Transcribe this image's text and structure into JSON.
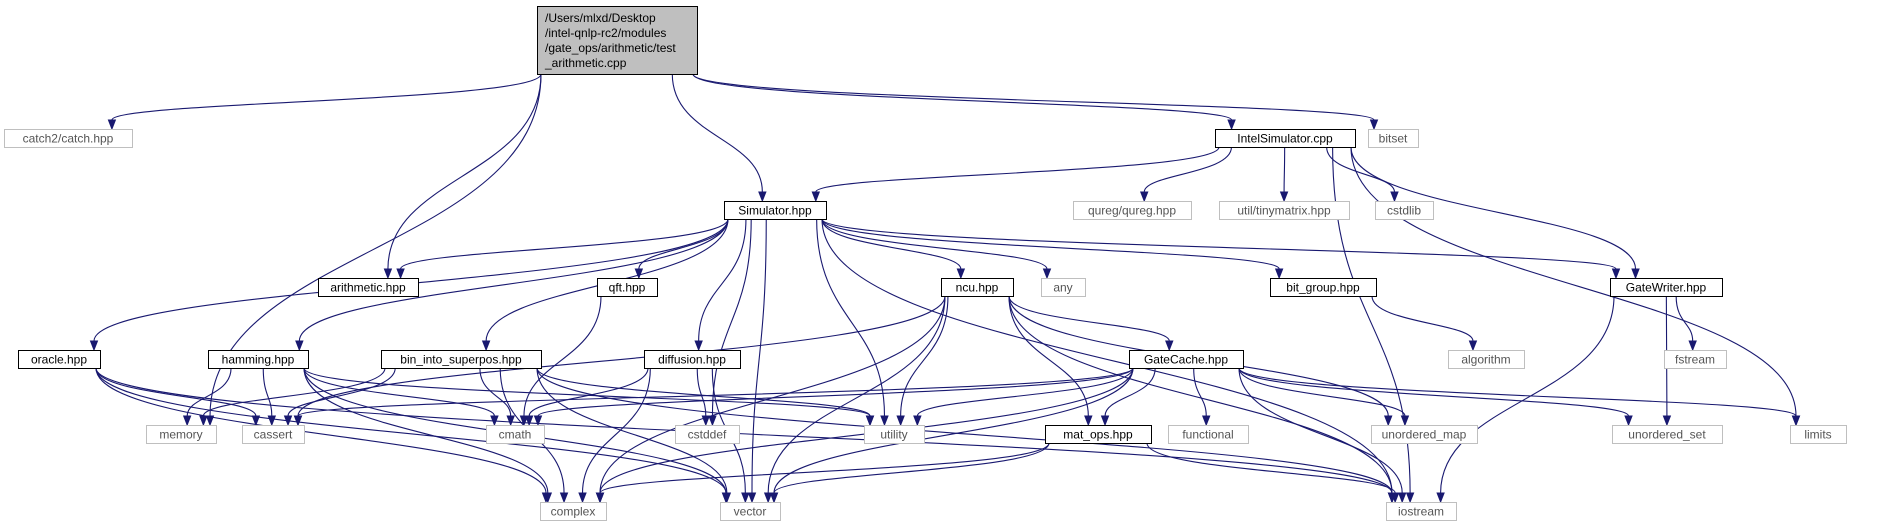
{
  "graph": {
    "nodes": [
      {
        "id": "test_arithmetic",
        "kind": "root",
        "lines": [
          "/Users/mlxd/Desktop",
          "/intel-qnlp-rc2/modules",
          "/gate_ops/arithmetic/test",
          "_arithmetic.cpp"
        ]
      },
      {
        "id": "catch",
        "kind": "external",
        "lines": [
          "catch2/catch.hpp"
        ]
      },
      {
        "id": "IntelSimulator_cpp",
        "kind": "internal",
        "lines": [
          "IntelSimulator.cpp"
        ]
      },
      {
        "id": "bitset",
        "kind": "external",
        "lines": [
          "bitset"
        ]
      },
      {
        "id": "Simulator_hpp",
        "kind": "internal",
        "lines": [
          "Simulator.hpp"
        ]
      },
      {
        "id": "qureg",
        "kind": "external",
        "lines": [
          "qureg/qureg.hpp"
        ]
      },
      {
        "id": "tinymatrix",
        "kind": "external",
        "lines": [
          "util/tinymatrix.hpp"
        ]
      },
      {
        "id": "cstdlib",
        "kind": "external",
        "lines": [
          "cstdlib"
        ]
      },
      {
        "id": "arithmetic_hpp",
        "kind": "internal",
        "lines": [
          "arithmetic.hpp"
        ]
      },
      {
        "id": "qft_hpp",
        "kind": "internal",
        "lines": [
          "qft.hpp"
        ]
      },
      {
        "id": "ncu_hpp",
        "kind": "internal",
        "lines": [
          "ncu.hpp"
        ]
      },
      {
        "id": "any",
        "kind": "external",
        "lines": [
          "any"
        ]
      },
      {
        "id": "bit_group_hpp",
        "kind": "internal",
        "lines": [
          "bit_group.hpp"
        ]
      },
      {
        "id": "GateWriter_hpp",
        "kind": "internal",
        "lines": [
          "GateWriter.hpp"
        ]
      },
      {
        "id": "algorithm",
        "kind": "external",
        "lines": [
          "algorithm"
        ]
      },
      {
        "id": "fstream",
        "kind": "external",
        "lines": [
          "fstream"
        ]
      },
      {
        "id": "oracle_hpp",
        "kind": "internal",
        "lines": [
          "oracle.hpp"
        ]
      },
      {
        "id": "hamming_hpp",
        "kind": "internal",
        "lines": [
          "hamming.hpp"
        ]
      },
      {
        "id": "bin_into_superpos_hpp",
        "kind": "internal",
        "lines": [
          "bin_into_superpos.hpp"
        ]
      },
      {
        "id": "diffusion_hpp",
        "kind": "internal",
        "lines": [
          "diffusion.hpp"
        ]
      },
      {
        "id": "GateCache_hpp",
        "kind": "internal",
        "lines": [
          "GateCache.hpp"
        ]
      },
      {
        "id": "memory",
        "kind": "external",
        "lines": [
          "memory"
        ]
      },
      {
        "id": "cassert",
        "kind": "external",
        "lines": [
          "cassert"
        ]
      },
      {
        "id": "cmath",
        "kind": "external",
        "lines": [
          "cmath"
        ]
      },
      {
        "id": "cstddef",
        "kind": "external",
        "lines": [
          "cstddef"
        ]
      },
      {
        "id": "utility",
        "kind": "external",
        "lines": [
          "utility"
        ]
      },
      {
        "id": "functional",
        "kind": "external",
        "lines": [
          "functional"
        ]
      },
      {
        "id": "unordered_map",
        "kind": "external",
        "lines": [
          "unordered_map"
        ]
      },
      {
        "id": "unordered_set",
        "kind": "external",
        "lines": [
          "unordered_set"
        ]
      },
      {
        "id": "limits",
        "kind": "external",
        "lines": [
          "limits"
        ]
      },
      {
        "id": "mat_ops_hpp",
        "kind": "internal",
        "lines": [
          "mat_ops.hpp"
        ]
      },
      {
        "id": "complex",
        "kind": "external",
        "lines": [
          "complex"
        ]
      },
      {
        "id": "vector",
        "kind": "external",
        "lines": [
          "vector"
        ]
      },
      {
        "id": "iostream",
        "kind": "external",
        "lines": [
          "iostream"
        ]
      }
    ],
    "edges": [
      [
        "test_arithmetic",
        "catch"
      ],
      [
        "test_arithmetic",
        "memory"
      ],
      [
        "test_arithmetic",
        "arithmetic_hpp"
      ],
      [
        "test_arithmetic",
        "Simulator_hpp"
      ],
      [
        "test_arithmetic",
        "IntelSimulator_cpp"
      ],
      [
        "test_arithmetic",
        "bitset"
      ],
      [
        "IntelSimulator_cpp",
        "Simulator_hpp"
      ],
      [
        "IntelSimulator_cpp",
        "qureg"
      ],
      [
        "IntelSimulator_cpp",
        "tinymatrix"
      ],
      [
        "IntelSimulator_cpp",
        "cstdlib"
      ],
      [
        "IntelSimulator_cpp",
        "GateWriter_hpp"
      ],
      [
        "IntelSimulator_cpp",
        "limits"
      ],
      [
        "IntelSimulator_cpp",
        "iostream"
      ],
      [
        "Simulator_hpp",
        "arithmetic_hpp"
      ],
      [
        "Simulator_hpp",
        "oracle_hpp"
      ],
      [
        "Simulator_hpp",
        "hamming_hpp"
      ],
      [
        "Simulator_hpp",
        "qft_hpp"
      ],
      [
        "Simulator_hpp",
        "bin_into_superpos_hpp"
      ],
      [
        "Simulator_hpp",
        "diffusion_hpp"
      ],
      [
        "Simulator_hpp",
        "cstddef"
      ],
      [
        "Simulator_hpp",
        "vector"
      ],
      [
        "Simulator_hpp",
        "utility"
      ],
      [
        "Simulator_hpp",
        "ncu_hpp"
      ],
      [
        "Simulator_hpp",
        "any"
      ],
      [
        "Simulator_hpp",
        "bit_group_hpp"
      ],
      [
        "Simulator_hpp",
        "GateWriter_hpp"
      ],
      [
        "Simulator_hpp",
        "iostream"
      ],
      [
        "qft_hpp",
        "cmath"
      ],
      [
        "bit_group_hpp",
        "algorithm"
      ],
      [
        "GateWriter_hpp",
        "fstream"
      ],
      [
        "GateWriter_hpp",
        "unordered_set"
      ],
      [
        "GateWriter_hpp",
        "iostream"
      ],
      [
        "ncu_hpp",
        "cassert"
      ],
      [
        "ncu_hpp",
        "complex"
      ],
      [
        "ncu_hpp",
        "utility"
      ],
      [
        "ncu_hpp",
        "vector"
      ],
      [
        "ncu_hpp",
        "mat_ops_hpp"
      ],
      [
        "ncu_hpp",
        "GateCache_hpp"
      ],
      [
        "ncu_hpp",
        "unordered_map"
      ],
      [
        "ncu_hpp",
        "iostream"
      ],
      [
        "oracle_hpp",
        "cassert"
      ],
      [
        "oracle_hpp",
        "complex"
      ],
      [
        "oracle_hpp",
        "vector"
      ],
      [
        "oracle_hpp",
        "iostream"
      ],
      [
        "hamming_hpp",
        "memory"
      ],
      [
        "hamming_hpp",
        "cassert"
      ],
      [
        "hamming_hpp",
        "cmath"
      ],
      [
        "hamming_hpp",
        "utility"
      ],
      [
        "hamming_hpp",
        "complex"
      ],
      [
        "hamming_hpp",
        "vector"
      ],
      [
        "bin_into_superpos_hpp",
        "memory"
      ],
      [
        "bin_into_superpos_hpp",
        "cassert"
      ],
      [
        "bin_into_superpos_hpp",
        "cmath"
      ],
      [
        "bin_into_superpos_hpp",
        "utility"
      ],
      [
        "bin_into_superpos_hpp",
        "complex"
      ],
      [
        "bin_into_superpos_hpp",
        "vector"
      ],
      [
        "bin_into_superpos_hpp",
        "iostream"
      ],
      [
        "diffusion_hpp",
        "cmath"
      ],
      [
        "diffusion_hpp",
        "cstddef"
      ],
      [
        "diffusion_hpp",
        "complex"
      ],
      [
        "diffusion_hpp",
        "vector"
      ],
      [
        "GateCache_hpp",
        "cassert"
      ],
      [
        "GateCache_hpp",
        "cmath"
      ],
      [
        "GateCache_hpp",
        "utility"
      ],
      [
        "GateCache_hpp",
        "mat_ops_hpp"
      ],
      [
        "GateCache_hpp",
        "functional"
      ],
      [
        "GateCache_hpp",
        "unordered_map"
      ],
      [
        "GateCache_hpp",
        "unordered_set"
      ],
      [
        "GateCache_hpp",
        "limits"
      ],
      [
        "GateCache_hpp",
        "complex"
      ],
      [
        "GateCache_hpp",
        "vector"
      ],
      [
        "GateCache_hpp",
        "iostream"
      ],
      [
        "mat_ops_hpp",
        "complex"
      ],
      [
        "mat_ops_hpp",
        "vector"
      ],
      [
        "mat_ops_hpp",
        "iostream"
      ]
    ]
  }
}
